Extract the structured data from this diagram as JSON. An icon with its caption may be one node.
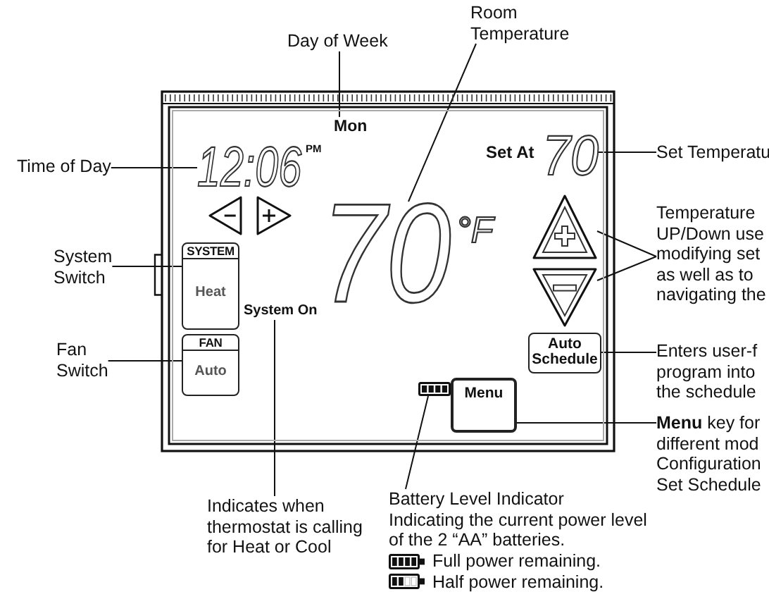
{
  "diagram": {
    "nodes": [
      {
        "text": [
          "Room Temperature"
        ]
      },
      {
        "text": [
          "Day of Week"
        ]
      },
      {
        "text": [],
        "shape": "box"
      },
      {
        "text": [
          "Mon"
        ],
        "in": 2
      },
      {
        "text": [
          "Time of Day"
        ]
      },
      {
        "text": [
          "12:06",
          "PM"
        ],
        "in": 2
      },
      {
        "text": [
          "Set At",
          "70"
        ],
        "in": 2
      },
      {
        "text": [
          "Set Temperatu"
        ]
      },
      {
        "text": [],
        "shape": "triangle",
        "in": 2
      },
      {
        "text": [],
        "shape": "triangle",
        "in": 2
      },
      {
        "text": [
          "70",
          "°F"
        ],
        "in": 2
      },
      {
        "text": [],
        "shape": "triangle",
        "in": 2
      },
      {
        "text": [
          "Temperature UP/Down use modifying set as well as to navigating the"
        ]
      },
      {
        "text": [],
        "shape": "triangle",
        "in": 2
      },
      {
        "text": [
          "System Switch"
        ]
      },
      {
        "text": [
          "SYSTEM",
          "Heat"
        ],
        "in": 2
      },
      {
        "text": [
          "System On"
        ],
        "in": 2
      },
      {
        "text": [
          "Fan Switch"
        ]
      },
      {
        "text": [
          "FAN",
          "Auto"
        ],
        "in": 2
      },
      {
        "text": [],
        "shape": "battery",
        "in": 2
      },
      {
        "text": [
          "Auto Schedule"
        ],
        "in": 2
      },
      {
        "text": [
          "Enters user-f program into the schedule"
        ]
      },
      {
        "text": [
          "Menu"
        ],
        "in": 2
      },
      {
        "text": [
          "**Menu** key for different mod Configuration Set Schedule"
        ]
      },
      {
        "text": [
          "Indicates when thermostat is calling for Heat or Cool"
        ]
      },
      {
        "text": [
          "Battery Level Indicator",
          "Indicating the current power level of the 2 “AA” batteries."
        ]
      }
    ],
    "edges": [
      {
        "from": 1,
        "to": 3,
        "arrow": "none"
      },
      {
        "from": 0,
        "to": 10,
        "arrow": "none"
      },
      {
        "from": 4,
        "to": 5,
        "arrow": "none"
      },
      {
        "from": 7,
        "to": 6,
        "arrow": "none"
      },
      {
        "from": 12,
        "to": 11,
        "arrow": "none"
      },
      {
        "from": 12,
        "to": 13,
        "arrow": "none"
      },
      {
        "from": 14,
        "to": 15,
        "arrow": "none"
      },
      {
        "from": 17,
        "to": 18,
        "arrow": "none"
      },
      {
        "from": 21,
        "to": 20,
        "arrow": "none"
      },
      {
        "from": 23,
        "to": 22,
        "arrow": "none"
      },
      {
        "from": 24,
        "to": 16,
        "arrow": "none"
      },
      {
        "from": 25,
        "to": 19,
        "arrow": "none"
      }
    ],
    "legend": [
      {
        "text": "Full power remaining."
      },
      {
        "text": "Half power remaining."
      }
    ]
  }
}
